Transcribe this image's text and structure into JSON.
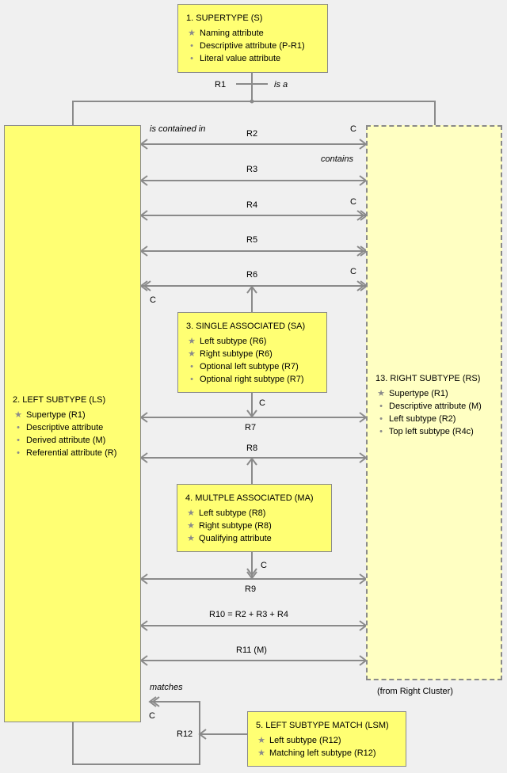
{
  "classes": {
    "supertype": {
      "title": "1. SUPERTYPE (S)",
      "attrs": [
        {
          "marker": "star",
          "text": "Naming attribute"
        },
        {
          "marker": "dot",
          "text": "Descriptive attribute (P-R1)"
        },
        {
          "marker": "dot",
          "text": "Literal value attribute"
        }
      ]
    },
    "left_subtype": {
      "title": "2. LEFT SUBTYPE (LS)",
      "attrs": [
        {
          "marker": "star",
          "text": "Supertype (R1)"
        },
        {
          "marker": "dot",
          "text": "Descriptive attribute"
        },
        {
          "marker": "dot",
          "text": "Derived attribute (M)"
        },
        {
          "marker": "dot",
          "text": "Referential attribute (R)"
        }
      ]
    },
    "single_associated": {
      "title": "3. SINGLE ASSOCIATED (SA)",
      "attrs": [
        {
          "marker": "star",
          "text": "Left subtype (R6)"
        },
        {
          "marker": "star",
          "text": "Right subtype (R6)"
        },
        {
          "marker": "dot",
          "text": "Optional left subtype (R7)"
        },
        {
          "marker": "dot",
          "text": "Optional right subtype (R7)"
        }
      ]
    },
    "multiple_associated": {
      "title": "4. MULTPLE ASSOCIATED (MA)",
      "attrs": [
        {
          "marker": "star",
          "text": "Left subtype (R8)"
        },
        {
          "marker": "star",
          "text": "Right subtype (R8)"
        },
        {
          "marker": "star",
          "text": "Qualifying attribute"
        }
      ]
    },
    "left_subtype_match": {
      "title": "5. LEFT SUBTYPE MATCH (LSM)",
      "attrs": [
        {
          "marker": "star",
          "text": "Left subtype (R12)"
        },
        {
          "marker": "star",
          "text": "Matching left subtype (R12)"
        }
      ]
    },
    "right_subtype": {
      "title": "13. RIGHT SUBTYPE (RS)",
      "attrs": [
        {
          "marker": "star",
          "text": "Supertype (R1)"
        },
        {
          "marker": "dot",
          "text": "Descriptive attribute (M)"
        },
        {
          "marker": "dot",
          "text": "Left subtype (R2)"
        },
        {
          "marker": "dot",
          "text": "Top left subtype (R4c)"
        }
      ],
      "note": "(from Right Cluster)"
    }
  },
  "relationships": {
    "r1": {
      "name": "R1",
      "phrase": "is a"
    },
    "r2": {
      "name": "R2",
      "phrase_left": "is contained in",
      "phrase_right": "contains",
      "cond_right": "C"
    },
    "r3": {
      "name": "R3"
    },
    "r4": {
      "name": "R4",
      "cond_right": "C"
    },
    "r5": {
      "name": "R5"
    },
    "r6": {
      "name": "R6",
      "cond_left": "C",
      "cond_right": "C"
    },
    "r7": {
      "name": "R7",
      "cond": "C"
    },
    "r8": {
      "name": "R8"
    },
    "r9": {
      "name": "R9",
      "cond": "C"
    },
    "r10": {
      "name": "R10 = R2 + R3 + R4"
    },
    "r11": {
      "name": "R11 (M)"
    },
    "r12": {
      "name": "R12",
      "phrase": "matches",
      "cond": "C"
    }
  },
  "markers": {
    "star": "★",
    "dot": "•"
  },
  "colors": {
    "class_fill": "#ffff73",
    "external_fill": "#ffffc2",
    "line": "#8a8a8a"
  }
}
